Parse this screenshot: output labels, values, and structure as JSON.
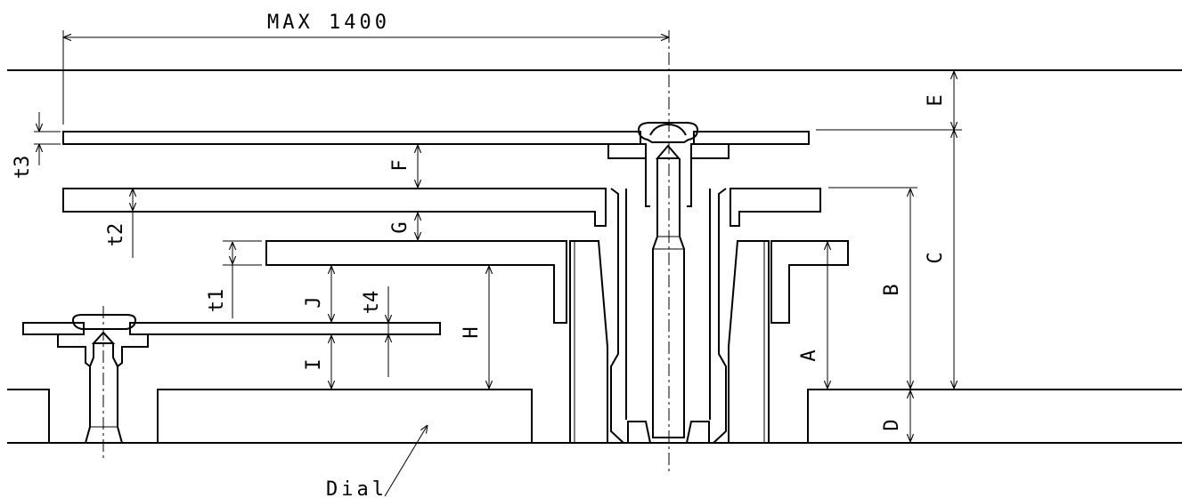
{
  "drawing": {
    "overall_dimension": "MAX 1400",
    "dial_label": "Dial",
    "dimensions": {
      "A": "A",
      "B": "B",
      "C": "C",
      "D": "D",
      "E": "E",
      "F": "F",
      "G": "G",
      "H": "H",
      "I": "I",
      "J": "J",
      "t1": "t1",
      "t2": "t2",
      "t3": "t3",
      "t4": "t4"
    }
  }
}
